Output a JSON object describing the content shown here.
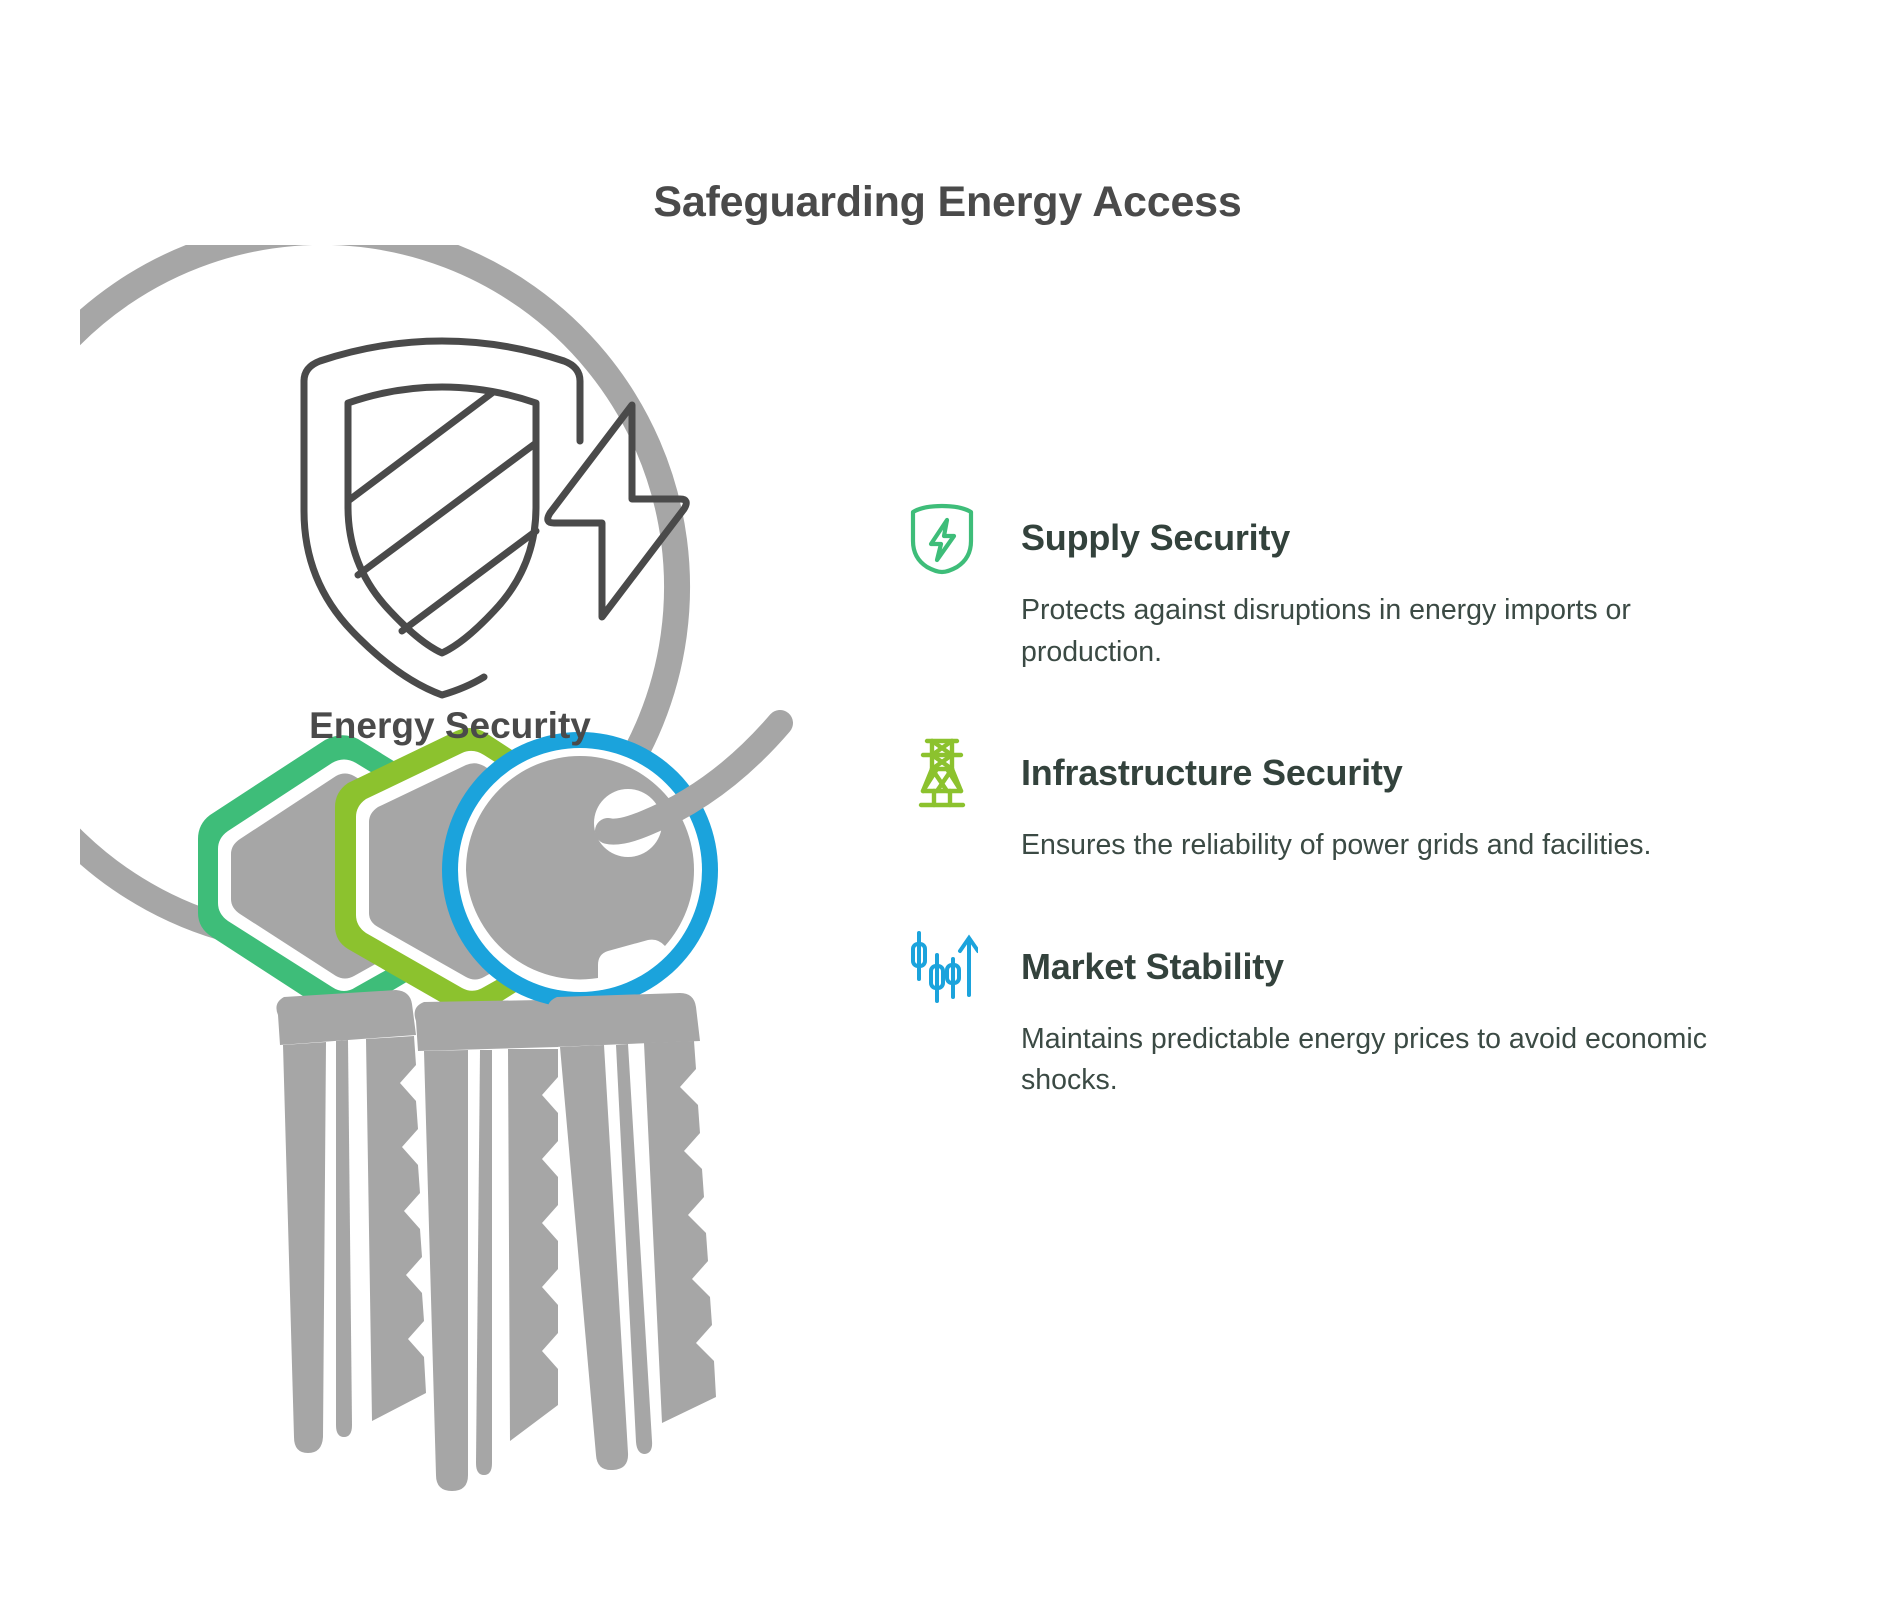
{
  "title": "Safeguarding Energy Access",
  "hub": {
    "label": "Energy Security",
    "icon": "shield-lightning-icon"
  },
  "illustration": {
    "name": "keyring-with-three-keys",
    "ring_color": "#a6a6a6",
    "key_colors": [
      "#3ebd79",
      "#8cc22e",
      "#1ba3dc"
    ],
    "key_body_color": "#a6a6a6"
  },
  "features": [
    {
      "icon": "shield-bolt-icon",
      "icon_color": "#3ebd79",
      "title": "Supply Security",
      "description": "Protects against disruptions in energy imports or production."
    },
    {
      "icon": "transmission-tower-icon",
      "icon_color": "#8cc22e",
      "title": "Infrastructure Security",
      "description": "Ensures the reliability of power grids and facilities."
    },
    {
      "icon": "candlestick-uptrend-icon",
      "icon_color": "#1ba3dc",
      "title": "Market Stability",
      "description": "Maintains predictable energy prices to avoid economic shocks."
    }
  ],
  "colors": {
    "title": "#4a4a4a",
    "heading": "#33423c",
    "body": "#3b4a44",
    "green": "#3ebd79",
    "lime": "#8cc22e",
    "blue": "#1ba3dc",
    "gray": "#a6a6a6",
    "background": "#ffffff"
  }
}
